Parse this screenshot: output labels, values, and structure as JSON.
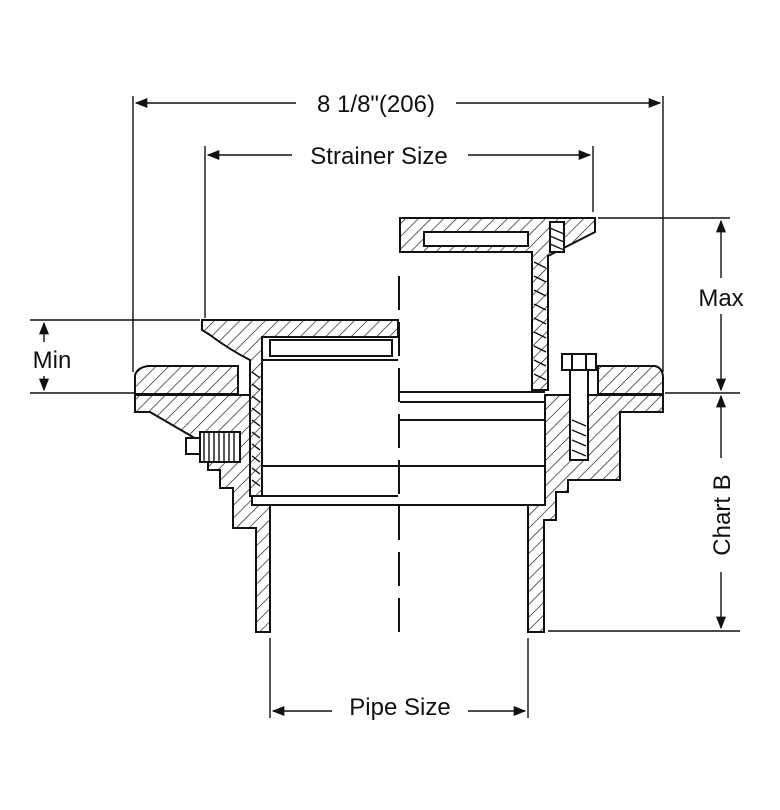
{
  "dimensions": {
    "overall_width": "8 1/8\"(206)",
    "strainer": "Strainer Size",
    "pipe": "Pipe Size",
    "min": "Min",
    "max": "Max",
    "chart": "Chart B"
  }
}
